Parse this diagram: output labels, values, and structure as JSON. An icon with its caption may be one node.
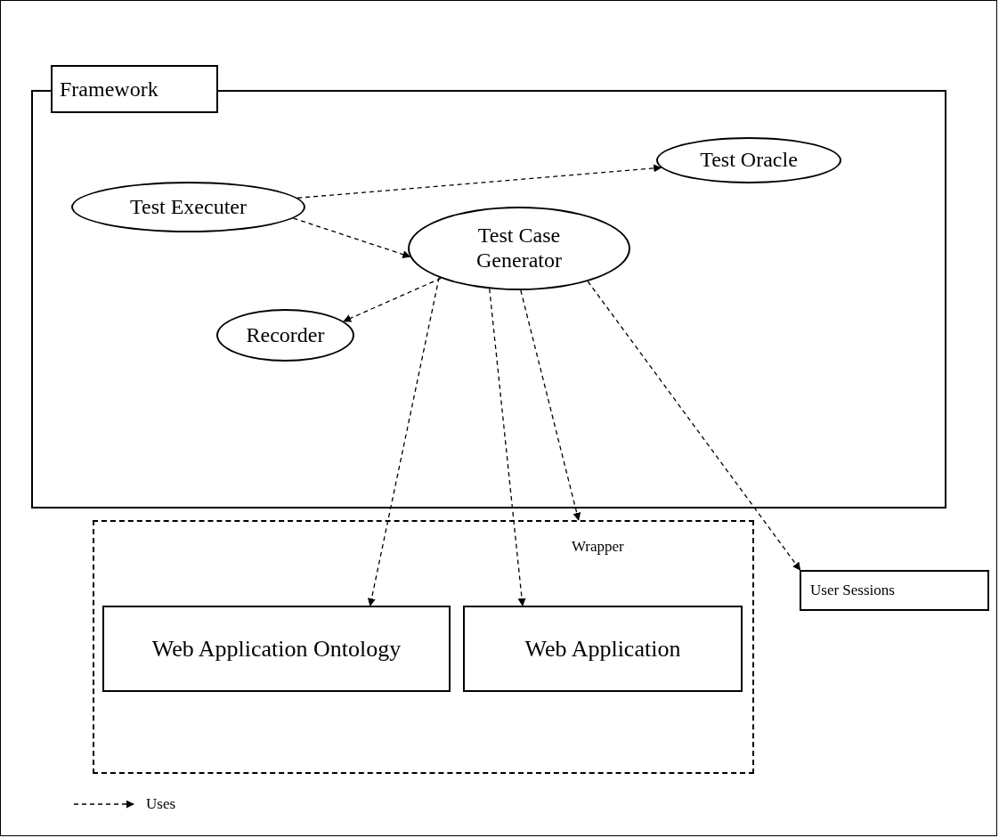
{
  "diagram": {
    "nodes": [
      {
        "text": [
          "Framework"
        ]
      },
      {
        "text": [
          "Test Executer"
        ],
        "in": 0
      },
      {
        "text": [
          "Test Oracle"
        ],
        "in": 0
      },
      {
        "text": [
          "Test Case Generator"
        ],
        "in": 0
      },
      {
        "text": [
          "Recorder"
        ],
        "in": 0
      },
      {
        "text": [
          "Wrapper"
        ]
      },
      {
        "text": [
          "Web Application Ontology"
        ],
        "in": 5
      },
      {
        "text": [
          "Web Application"
        ],
        "in": 5
      },
      {
        "text": [
          "User Sessions"
        ]
      }
    ],
    "edges": [
      {
        "from": 1,
        "to": 2,
        "arrow": "to",
        "style": "dashed"
      },
      {
        "from": 1,
        "to": 3,
        "arrow": "to",
        "style": "dashed"
      },
      {
        "from": 3,
        "to": 4,
        "arrow": "to",
        "style": "dashed"
      },
      {
        "from": 3,
        "to": 6,
        "arrow": "to",
        "style": "dashed"
      },
      {
        "from": 3,
        "to": 7,
        "arrow": "to",
        "style": "dashed"
      },
      {
        "from": 3,
        "to": 5,
        "arrow": "to",
        "style": "dashed"
      },
      {
        "from": 3,
        "to": 8,
        "arrow": "to",
        "style": "dashed"
      }
    ],
    "legend": [
      {
        "text": "Uses"
      }
    ]
  }
}
